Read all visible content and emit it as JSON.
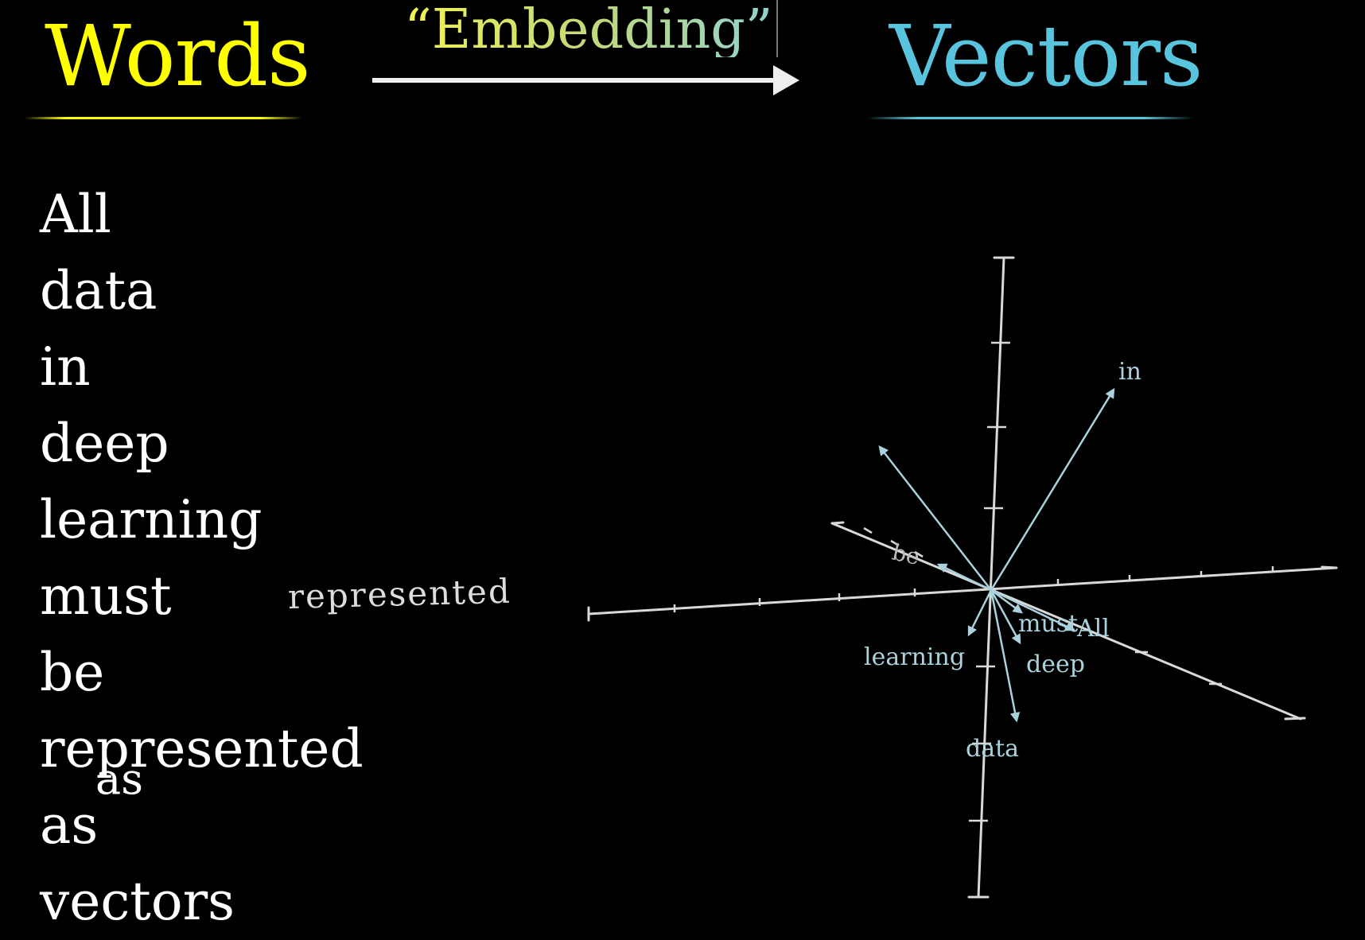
{
  "header": {
    "left_title": "Words",
    "right_title": "Vectors",
    "arrow_label": "“Embedding”",
    "left_color": "#ffff00",
    "right_color": "#58c4dd"
  },
  "words": [
    "All",
    "data",
    "in",
    "deep",
    "learning",
    "must",
    "be",
    "represented",
    "as",
    "vectors"
  ],
  "ghost_word": "as",
  "moving_word": "represented",
  "vector_labels": {
    "in": "in",
    "be": "be",
    "must": "must",
    "all": "All",
    "learning": "learning",
    "deep": "deep",
    "data": "data"
  },
  "colors": {
    "background": "#000000",
    "axis": "#d9d9d9",
    "vector": "#a9d2dc",
    "arrow": "#eeeeee"
  }
}
